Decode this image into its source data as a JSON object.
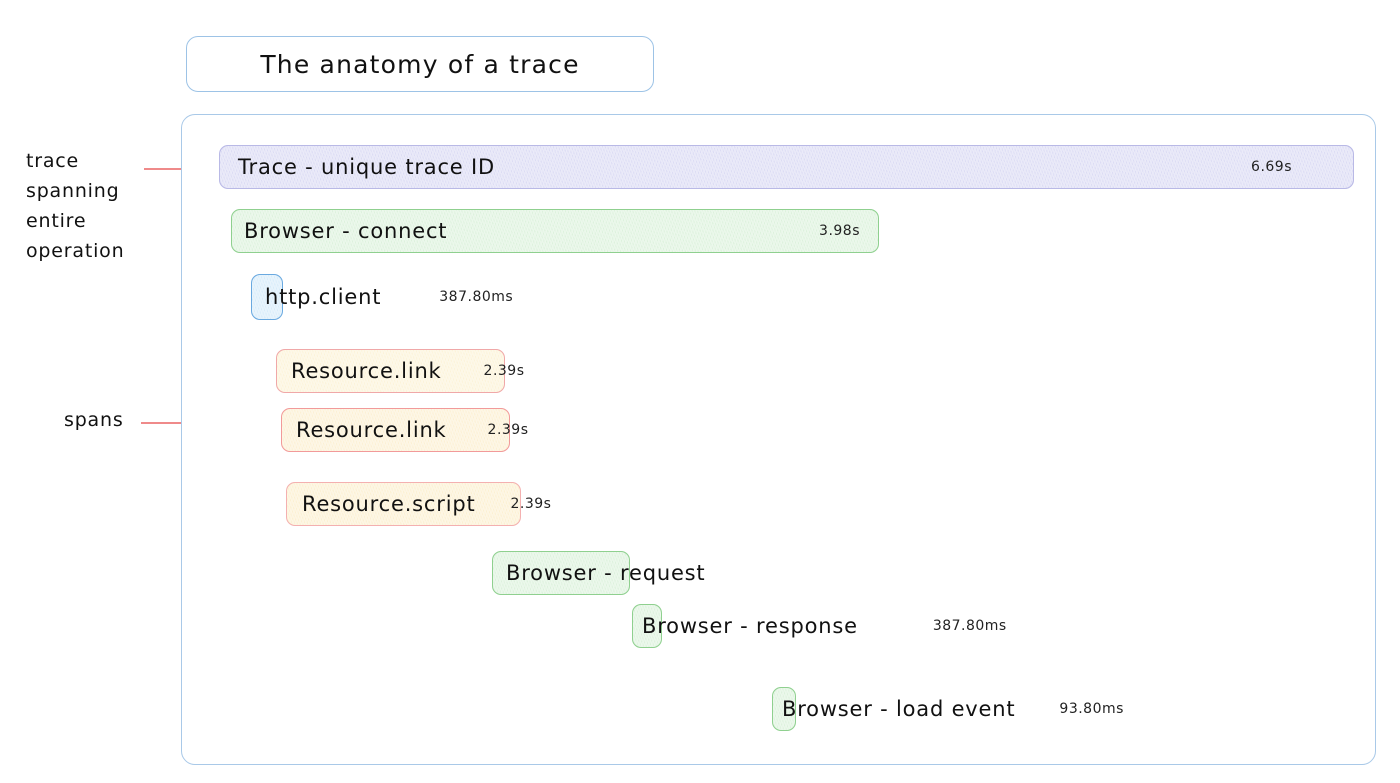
{
  "title": {
    "text": "The anatomy of a trace"
  },
  "annotations": {
    "trace": "trace\nspanning\nentire\noperation",
    "spans": "spans"
  },
  "colors": {
    "title_border": "#9dc3e6",
    "container_border": "#a9c9e8",
    "leader_line": "#ef8a8a",
    "trace_fill": "#dcdcf4",
    "trace_border": "#b9b9e6",
    "browser_fill": "#ddf2dd",
    "browser_border": "#8fd08f",
    "http_fill": "#d8ecfa",
    "http_border": "#6aa9e0",
    "resource_fill": "#fcf3d9",
    "resource_border": "#f0a8a8"
  },
  "rows": [
    {
      "id": "trace",
      "label": "Trace - unique trace ID",
      "duration": "6.69s",
      "duration_position": "inside"
    },
    {
      "id": "browser-connect",
      "label": "Browser - connect",
      "duration": "3.98s",
      "duration_position": "inside"
    },
    {
      "id": "http-client",
      "label": "http.client",
      "duration": "387.80ms",
      "duration_position": "outside"
    },
    {
      "id": "resource-link-1",
      "label": "Resource.link",
      "duration": "2.39s",
      "duration_position": "outside"
    },
    {
      "id": "resource-link-2",
      "label": "Resource.link",
      "duration": "2.39s",
      "duration_position": "outside"
    },
    {
      "id": "resource-script",
      "label": "Resource.script",
      "duration": "2.39s",
      "duration_position": "outside"
    },
    {
      "id": "browser-request",
      "label": "Browser - request",
      "duration": "",
      "duration_position": "none"
    },
    {
      "id": "browser-response",
      "label": "Browser - response",
      "duration": "387.80ms",
      "duration_position": "outside"
    },
    {
      "id": "browser-load",
      "label": "Browser - load event",
      "duration": "93.80ms",
      "duration_position": "outside"
    }
  ]
}
